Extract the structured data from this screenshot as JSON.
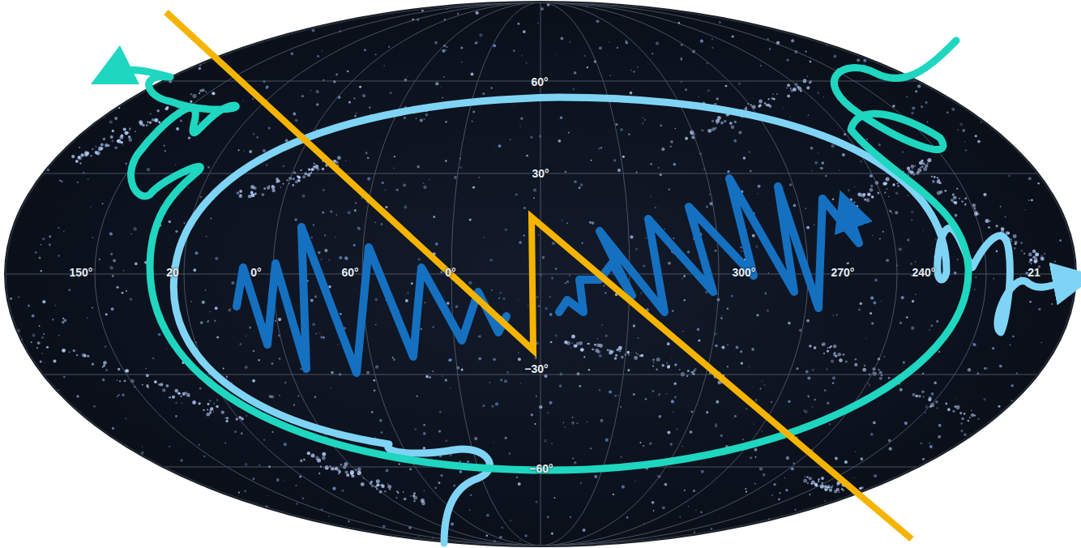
{
  "diagram": {
    "labels": [
      "60°",
      "30°",
      "150°",
      "20",
      "0°",
      "60°",
      "0°",
      "−30°",
      "−60°",
      "300°",
      "270°",
      "240°",
      "21"
    ]
  }
}
